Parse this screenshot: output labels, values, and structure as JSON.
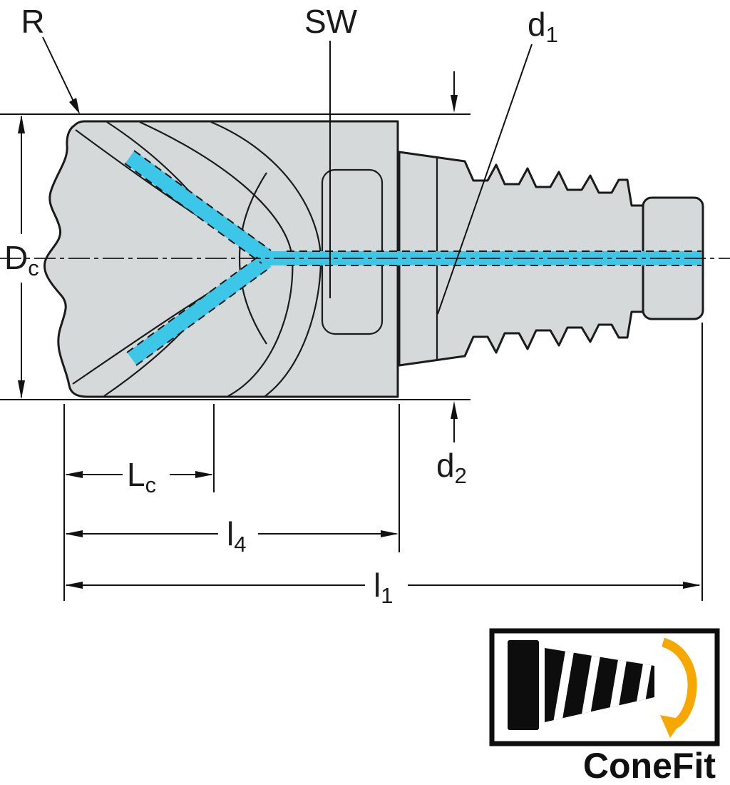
{
  "diagram": {
    "labels": {
      "radius": "R",
      "wrench_size": "SW",
      "d1": {
        "main": "d",
        "sub": "1"
      },
      "dc": {
        "main": "D",
        "sub": "c"
      },
      "d2": {
        "main": "d",
        "sub": "2"
      },
      "lc": {
        "main": "L",
        "sub": "c"
      },
      "l4": {
        "main": "l",
        "sub": "4"
      },
      "l1": {
        "main": "l",
        "sub": "1"
      }
    },
    "colors": {
      "coolant": "#3cc7e8",
      "body_fill": "#d6d9da",
      "outline": "#1b1b1b",
      "dimension": "#111111",
      "logo_arrow": "#f6a800"
    },
    "logo": {
      "caption": "ConeFit"
    }
  }
}
